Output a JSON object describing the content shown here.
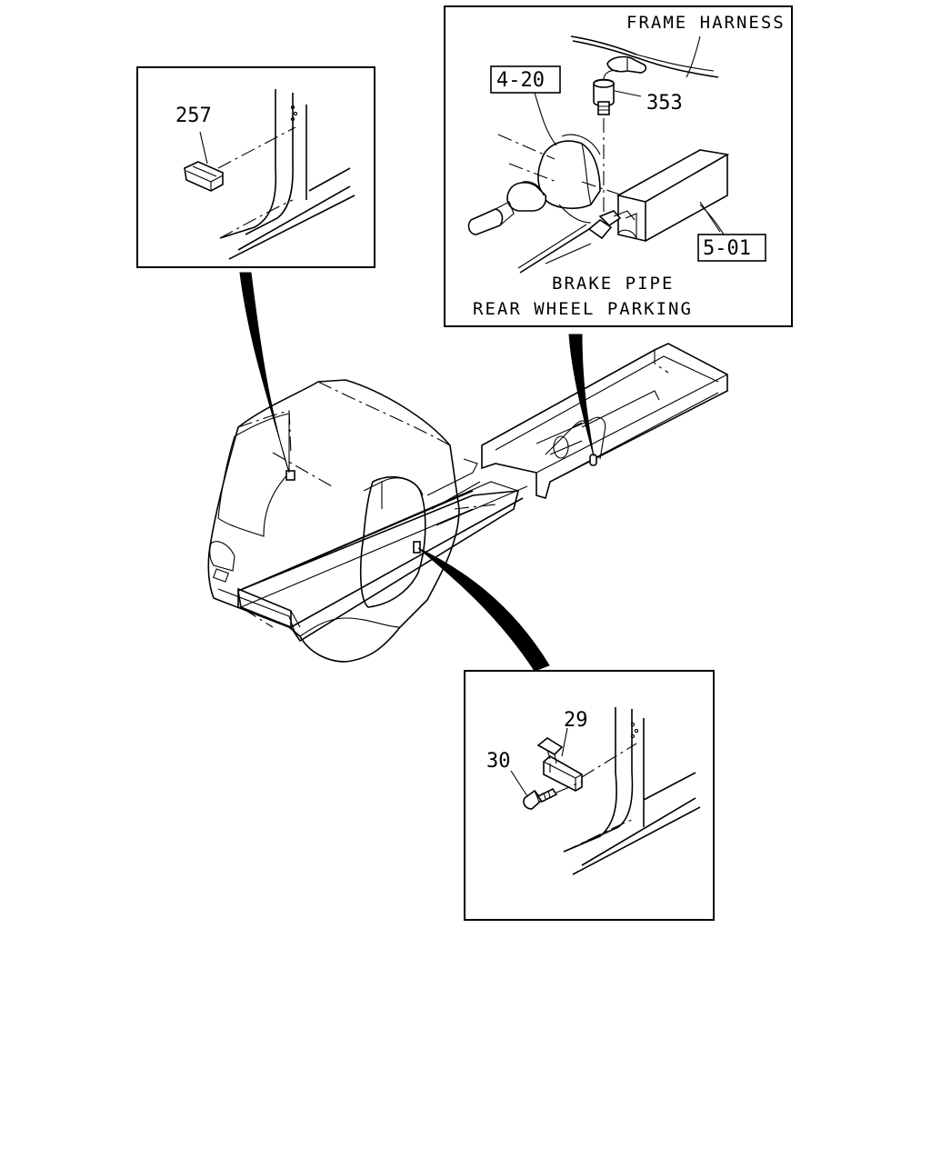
{
  "callouts": {
    "part_257": "257",
    "part_353": "353",
    "part_29": "29",
    "part_30": "30",
    "ref_4_20": "4-20",
    "ref_5_01": "5-01"
  },
  "notes": {
    "frame_harness": "FRAME HARNESS",
    "brake_pipe": "BRAKE PIPE",
    "rear_wheel_parking": "REAR WHEEL PARKING"
  }
}
